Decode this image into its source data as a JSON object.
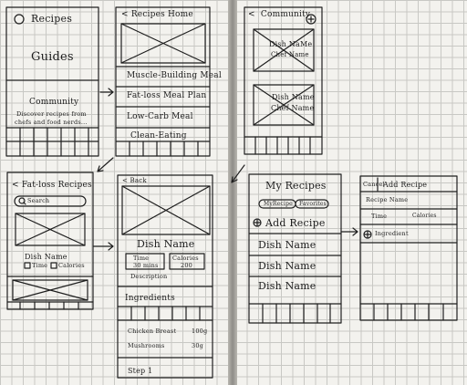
{
  "screens": {
    "home": {
      "title": "Recipes",
      "guides": "Guides",
      "community_title": "Community",
      "community_desc_line1": "Discover recipes from",
      "community_desc_line2": "chefs and food nerds..."
    },
    "recipes_home": {
      "back": "<",
      "title": "Recipes Home",
      "items": [
        "Muscle-Building Meal",
        "Fat-loss Meal Plan",
        "Low-Carb Meal",
        "Clean-Eating"
      ]
    },
    "community": {
      "back": "<",
      "title": "Community",
      "card1_dish": "Dish NaMe",
      "card1_chef": "Chef Name",
      "card2_dish": "Dish Name",
      "card2_chef": "Chef Name"
    },
    "fatloss": {
      "back": "<",
      "title": "Fat-loss Recipes",
      "search": "Search",
      "dish": "Dish Name",
      "time": "Time",
      "calories": "Calories"
    },
    "detail": {
      "back": "< Back",
      "dish": "Dish Name",
      "time_label": "Time",
      "time_value": "30 mins",
      "calories_label": "Calories",
      "calories_value": "200",
      "description": "Description",
      "ingredients": "Ingredients",
      "ing1_name": "Chicken Breast",
      "ing1_qty": "100g",
      "ing2_name": "Mushrooms",
      "ing2_qty": "30g",
      "step": "Step 1"
    },
    "my_recipes": {
      "title": "My Recipes",
      "tab1": "MyRecipe",
      "tab2": "Favorites",
      "add": "Add Recipe",
      "items": [
        "Dish Name",
        "Dish Name",
        "Dish Name"
      ]
    },
    "add_recipe": {
      "cancel": "Cancel",
      "title": "Add Recipe",
      "recipe_name": "Recipe Name",
      "time": "Time",
      "calories": "Calories",
      "ingredient": "Ingredient"
    }
  }
}
